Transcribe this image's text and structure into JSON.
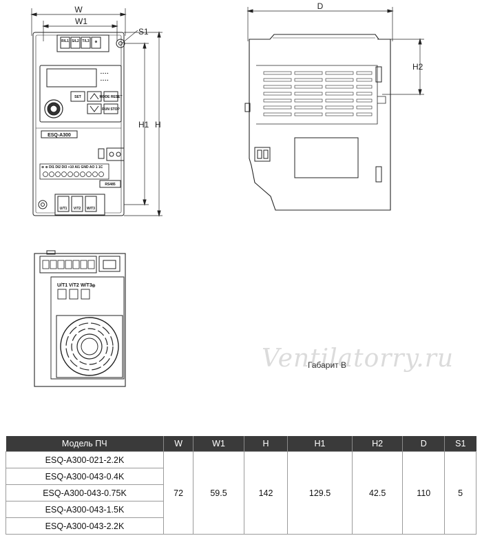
{
  "drawing": {
    "front_view": {
      "dim_labels": [
        "W",
        "W1",
        "S1",
        "H1",
        "H"
      ],
      "top_terminals": [
        "R/L1",
        "S/L2",
        "T/L3",
        "⊕"
      ],
      "keypad_keys": [
        "SET",
        "MODE RESET",
        "RUN STOP"
      ],
      "model_label": "ESQ-A300",
      "control_terminal_labels": "⊕ ⊕ DI1 DI2 DI3 +10 AI1 GND AO 1 1C",
      "rs485_label": "RS485",
      "bottom_terminals": [
        "U/T1",
        "V/T2",
        "W/T3"
      ]
    },
    "side_view": {
      "dim_labels": [
        "D",
        "H2"
      ]
    },
    "bottom_view": {
      "terminals": [
        "U/T1",
        "V/T2",
        "W/T3",
        "⊕"
      ]
    },
    "watermark": "Ventilatorry.ru",
    "caption": "Габарит B"
  },
  "table": {
    "headers": [
      "Модель ПЧ",
      "W",
      "W1",
      "H",
      "H1",
      "H2",
      "D",
      "S1"
    ],
    "models": [
      "ESQ-A300-021-2.2K",
      "ESQ-A300-043-0.4K",
      "ESQ-A300-043-0.75K",
      "ESQ-A300-043-1.5K",
      "ESQ-A300-043-2.2K"
    ],
    "values": [
      "72",
      "59.5",
      "142",
      "129.5",
      "42.5",
      "110",
      "5"
    ]
  },
  "colors": {
    "header_bg": "#3a3a3a",
    "line": "#222222"
  }
}
